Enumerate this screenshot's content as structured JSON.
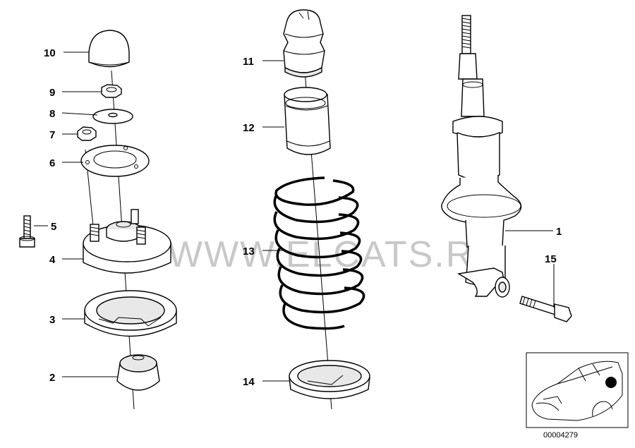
{
  "diagram": {
    "callouts": [
      {
        "id": "1",
        "label": "1"
      },
      {
        "id": "2",
        "label": "2"
      },
      {
        "id": "3",
        "label": "3"
      },
      {
        "id": "4",
        "label": "4"
      },
      {
        "id": "5",
        "label": "5"
      },
      {
        "id": "6",
        "label": "6"
      },
      {
        "id": "7",
        "label": "7"
      },
      {
        "id": "8",
        "label": "8"
      },
      {
        "id": "9",
        "label": "9"
      },
      {
        "id": "10",
        "label": "10"
      },
      {
        "id": "11",
        "label": "11"
      },
      {
        "id": "12",
        "label": "12"
      },
      {
        "id": "13",
        "label": "13"
      },
      {
        "id": "14",
        "label": "14"
      },
      {
        "id": "15",
        "label": "15"
      }
    ],
    "watermark": "WWW.ELCATS.RU",
    "reference_number": "00004279"
  },
  "colors": {
    "line": "#000000",
    "watermark": "#c8c8c8",
    "background": "#ffffff"
  }
}
